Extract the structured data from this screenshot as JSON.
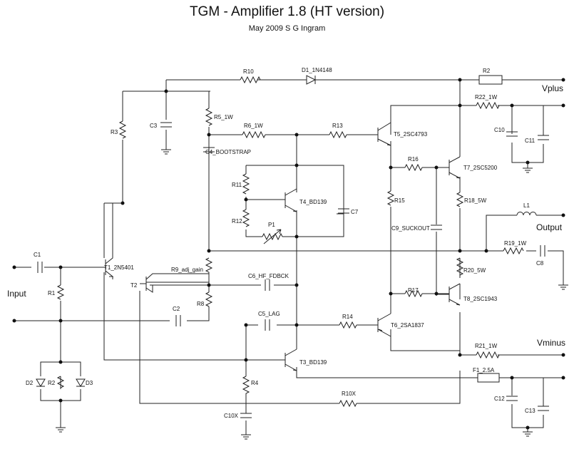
{
  "header": {
    "title": "TGM - Amplifier 1.8 (HT version)",
    "subtitle": "May 2009  S G Ingram"
  },
  "labels": {
    "r10": "R10",
    "d1": "D1_1N4148",
    "r2_top": "R2",
    "vplus": "Vplus",
    "r22": "R22_1W",
    "r3": "R3",
    "c3": "C3",
    "r5": "R5_1W",
    "r6": "R6_1W",
    "r13": "R13",
    "t5": "T5_2SC4793",
    "c10": "C10",
    "c11": "C11",
    "c4": "C4_BOOTSTRAP",
    "r16": "R16",
    "t7": "T7_2SC5200",
    "r11": "R11",
    "t4": "T4_BD139",
    "c7": "C7",
    "r15": "R15",
    "r18": "R18_5W",
    "l1": "L1",
    "r12": "R12",
    "p1": "P1",
    "c9": "C9_SUCKOUT",
    "output": "Output",
    "c1": "C1",
    "t1": "T1_2N5401",
    "r9": "R9_adj_gain",
    "r19": "R19_1W",
    "c8": "C8",
    "r20": "R20_5W",
    "input": "Input",
    "r1": "R1",
    "t2": "T2",
    "c6": "C6_HF_FDBCK",
    "r17": "R17",
    "t8": "T8_2SC1943",
    "r8": "R8",
    "c2": "C2",
    "c5": "C5_LAG",
    "r14": "R14",
    "t6": "T6_2SA1837",
    "vminus": "Vminus",
    "r21": "R21_1W",
    "t3": "T3_BD139",
    "d2": "D2",
    "r2_bot": "R2",
    "d3": "D3",
    "r4": "R4",
    "f1": "F1_2.5A",
    "c12": "C12",
    "r10x": "R10X",
    "c10x": "C10X",
    "c13": "C13"
  }
}
